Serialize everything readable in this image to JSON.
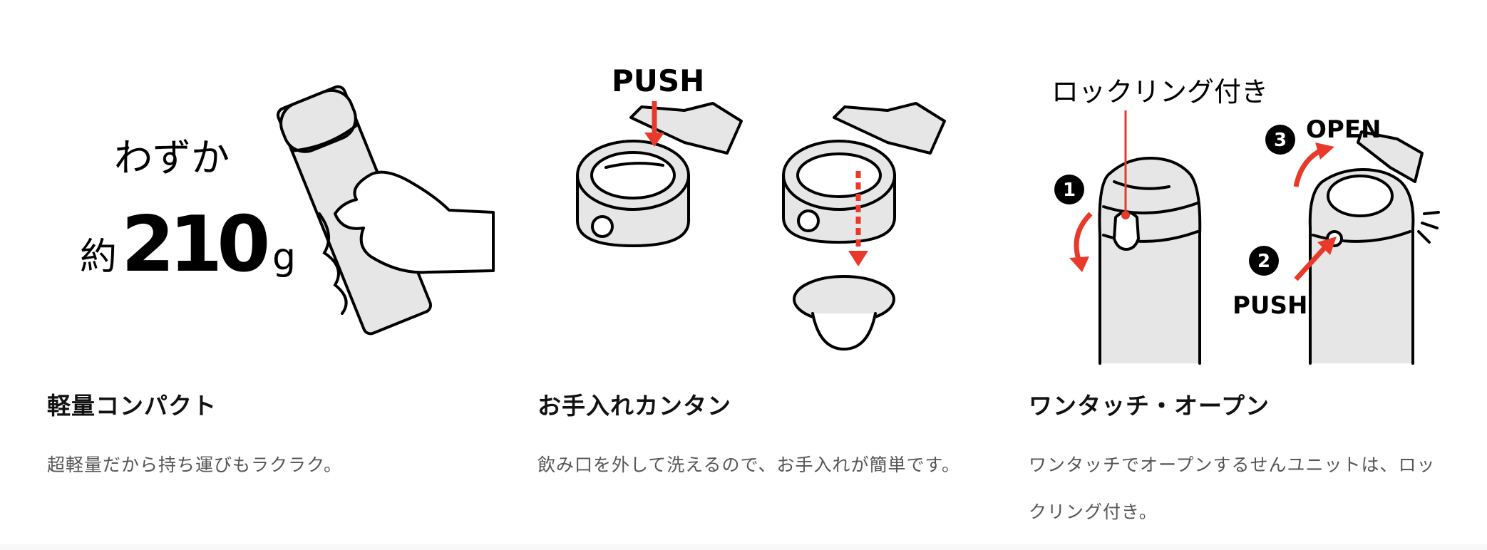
{
  "features": [
    {
      "title": "軽量コンパクト",
      "description": "超軽量だから持ち運びもラクラク。",
      "illustration": {
        "prefix": "わずか",
        "approx": "約",
        "weight": "210",
        "unit": "g"
      }
    },
    {
      "title": "お手入れカンタン",
      "description": "飲み口を外して洗えるので、お手入れが簡単です。",
      "illustration": {
        "push": "PUSH"
      }
    },
    {
      "title": "ワンタッチ・オープン",
      "description": "ワンタッチでオープンするせんユニットは、ロックリング付き。",
      "illustration": {
        "label": "ロックリング付き",
        "step1": "1",
        "step2": "2",
        "step3": "3",
        "push": "PUSH",
        "open": "OPEN"
      }
    }
  ],
  "colors": {
    "accent": "#e8392a",
    "fill": "#e6e6e6"
  }
}
